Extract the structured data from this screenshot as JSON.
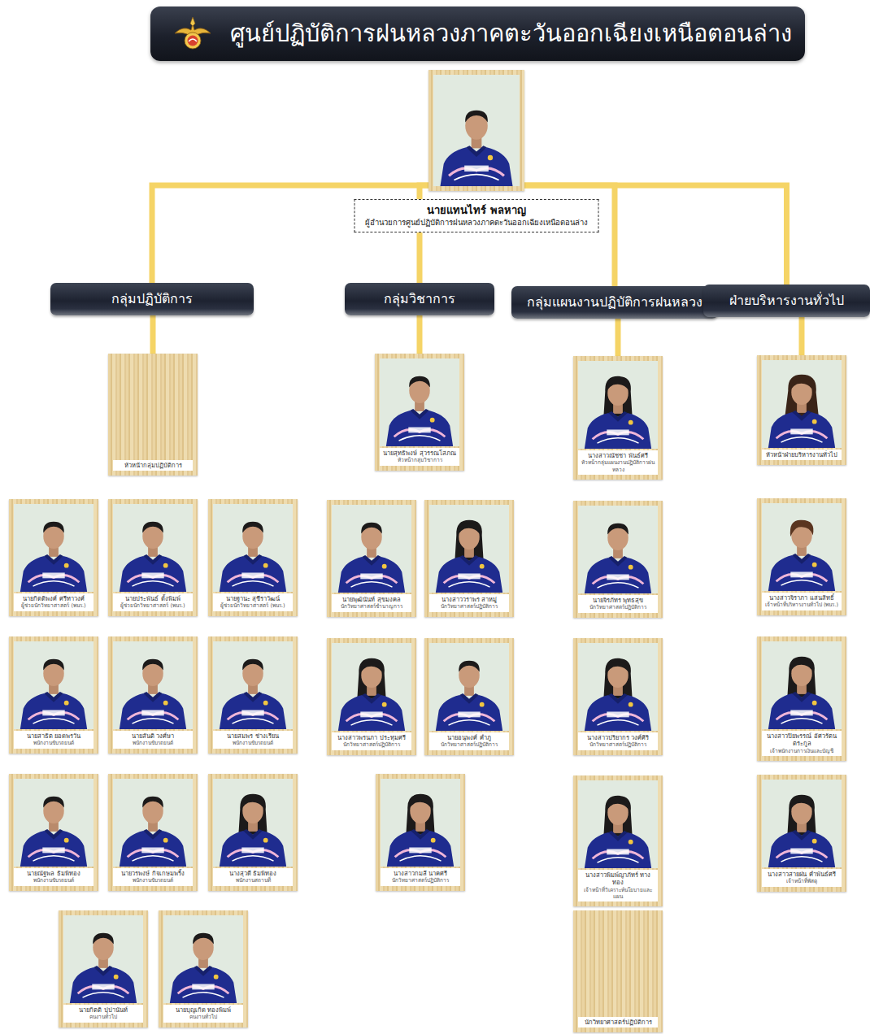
{
  "diagram": {
    "title": "ศูนย์ปฏิบัติการฝนหลวงภาคตะวันออกเฉียงเหนือตอนล่าง",
    "nodes": [
      {
        "text": [
          "นายแทนไทร์ พลหาญ",
          "ผู้อำนวยการศูนย์ปฏิบัติการฝนหลวงภาคตะวันออกเฉียงเหนือตอนล่าง"
        ]
      },
      {
        "text": [
          "กลุ่มปฏิบัติการ"
        ]
      },
      {
        "text": [
          "กลุ่มวิชาการ"
        ]
      },
      {
        "text": [
          "กลุ่มแผนงานปฏิบัติการฝนหลวง"
        ]
      },
      {
        "text": [
          "ฝ่ายบริหารงานทั่วไป"
        ]
      },
      {
        "text": [
          "หัวหน้ากลุ่มปฏิบัติการ"
        ]
      },
      {
        "text": [
          "นายสุทธิพงษ์ สุวรรณโสภณ",
          "หัวหน้ากลุ่มวิชาการ"
        ]
      },
      {
        "text": [
          "นางสาวณัชชา พันธ์ศรี",
          "หัวหน้ากลุ่มแผนงานปฏิบัติการฝนหลวง"
        ]
      },
      {
        "text": [
          "หัวหน้าฝ่ายบริหารงานทั่วไป"
        ]
      },
      {
        "text": [
          "นายกิตติพงศ์ ศรีทาวงศ์",
          "ผู้ช่วยนักวิทยาศาสตร์ (พนร.)"
        ]
      },
      {
        "text": [
          "นายประพันธ์ ตั้งพิมพ์",
          "ผู้ช่วยนักวิทยาศาสตร์ (พนร.)"
        ]
      },
      {
        "text": [
          "นายฐานะ สุชีราวัฒน์",
          "ผู้ช่วยนักวิทยาศาสตร์ (พนร.)"
        ]
      },
      {
        "text": [
          "นายสาธิต ยอดพรวัน",
          "พนักงานขับรถยนต์"
        ]
      },
      {
        "text": [
          "นายสันติ วงศ์ษา",
          "พนักงานขับรถยนต์"
        ]
      },
      {
        "text": [
          "นายสมพร ช่างเรียน",
          "พนักงานขับรถยนต์"
        ]
      },
      {
        "text": [
          "นายณัฐพล ธิมพิทอง",
          "พนักงานขับรถยนต์"
        ]
      },
      {
        "text": [
          "นายวรพงษ์ กิจเกษมพริ้ง",
          "พนักงานขับรถยนต์"
        ]
      },
      {
        "text": [
          "นางสุวดี ธิมพิทอง",
          "พนักงานสถานที่"
        ]
      },
      {
        "text": [
          "นายกิตติ ปุปานันท์",
          "คนงานทั่วไป"
        ]
      },
      {
        "text": [
          "นายบุญเกิด ทองพิมพ์",
          "คนงานทั่วไป"
        ]
      },
      {
        "text": [
          "นายพุฒินันท์ สุขมงคล",
          "นักวิทยาศาสตร์ชำนาญการ"
        ]
      },
      {
        "text": [
          "นางสาววราพร สาหมู่",
          "นักวิทยาศาสตร์ปฏิบัติการ"
        ]
      },
      {
        "text": [
          "นางสาวพรนภา ประทุมศรี",
          "นักวิทยาศาสตร์ปฏิบัติการ"
        ]
      },
      {
        "text": [
          "นายอนุพงศ์ คำภู",
          "นักวิทยาศาสตร์ปฏิบัติการ"
        ]
      },
      {
        "text": [
          "นางสาวกมลี นาคศรี",
          "นักวิทยาศาสตร์ปฏิบัติการ"
        ]
      },
      {
        "text": [
          "นายจิรภัทร พุทธสุข",
          "นักวิทยาศาสตร์ปฏิบัติการ"
        ]
      },
      {
        "text": [
          "นางสาวปริยากร วงศ์ศิริ",
          "นักวิทยาศาสตร์ปฏิบัติการ"
        ]
      },
      {
        "text": [
          "นางสาวพิมพ์ญาภัทร์ ทางทอง",
          "เจ้าหน้าที่วิเคราะห์นโยบายและแผน"
        ]
      },
      {
        "text": [
          "นักวิทยาศาสตร์ปฏิบัติการ"
        ]
      },
      {
        "text": [
          "นางสาวจิราภา แสนสิทธิ์",
          "เจ้าหน้าที่บริหารงานทั่วไป (พนร.)"
        ]
      },
      {
        "text": [
          "นางสาวปิยพรรณ์ อัศวรัตนตระกูล",
          "เจ้าพนักงานการเงินและบัญชี"
        ]
      },
      {
        "text": [
          "นางสาวสายฝน คำพันธ์ศรี",
          "เจ้าหน้าที่พัสดุ"
        ]
      }
    ],
    "edges": [
      {
        "from": 0,
        "to": 1,
        "arrow": "none"
      },
      {
        "from": 0,
        "to": 2,
        "arrow": "none"
      },
      {
        "from": 0,
        "to": 3,
        "arrow": "none"
      },
      {
        "from": 0,
        "to": 4,
        "arrow": "none"
      },
      {
        "from": 1,
        "to": 5,
        "arrow": "none"
      },
      {
        "from": 2,
        "to": 6,
        "arrow": "none"
      },
      {
        "from": 3,
        "to": 7,
        "arrow": "none"
      },
      {
        "from": 4,
        "to": 8,
        "arrow": "none"
      }
    ]
  }
}
